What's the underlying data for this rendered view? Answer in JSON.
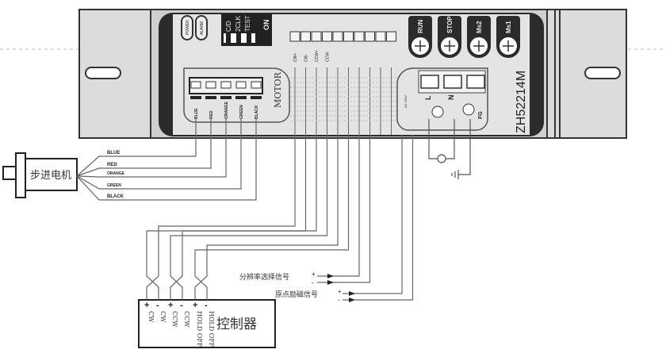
{
  "driver": {
    "model": "ZH52214M",
    "leds": [
      "POWER",
      "ALARM"
    ],
    "dip_labels": [
      "C/D",
      "2CLK",
      "TEST"
    ],
    "dip_on": "ON",
    "motor_label": "MOTOR",
    "motor_terminals": [
      "BLUE",
      "RED",
      "ORANGE",
      "GREEN",
      "BLACK"
    ],
    "pots": [
      "RUN",
      "STOP",
      "Ms2",
      "Ms1"
    ],
    "signal_terminals": [
      "CW+",
      "CW-",
      "CCW+",
      "CCW-",
      "",
      "",
      "",
      "",
      "",
      ""
    ],
    "power_terminals": [
      "L",
      "N",
      "FG"
    ],
    "power_note": "AC 220V"
  },
  "motor": {
    "label": "步进电机",
    "wires": [
      "BLUE",
      "RED",
      "ORANGE",
      "GREEN",
      "BLACK"
    ]
  },
  "controller": {
    "label": "控制器",
    "pins": [
      "CW",
      "CW",
      "CCW",
      "CCW",
      "HOLD OFF",
      "HOLD OFF"
    ],
    "polarity": [
      "+",
      "-",
      "+",
      "-",
      "+",
      "-"
    ]
  },
  "signals": [
    {
      "label": "分辨率选择信号",
      "plus": "+",
      "minus": "-"
    },
    {
      "label": "原点励磁信号",
      "plus": "+",
      "minus": "-"
    }
  ]
}
